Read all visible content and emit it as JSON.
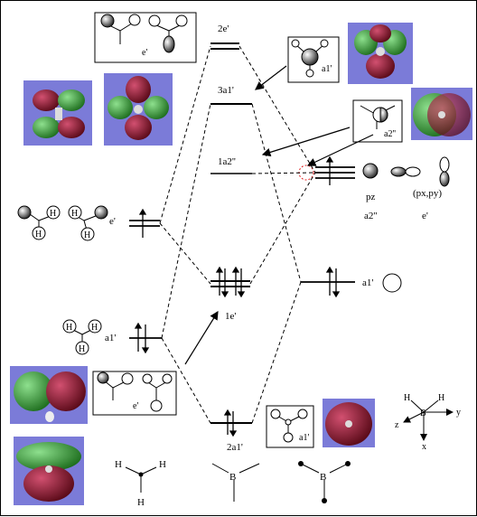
{
  "mo_labels": {
    "two_e_prime": "2e'",
    "three_a1_prime": "3a1'",
    "one_a2_dprime": "1a2''",
    "one_e_prime": "1e'",
    "two_a1_prime": "2a1'"
  },
  "fragment_left": {
    "e_prime": "e'",
    "a1_prime": "a1'",
    "atom_H": "H"
  },
  "fragment_right": {
    "a1_prime": "a1'",
    "pz": "pz",
    "pxpy": "(px,py)",
    "a2_dprime": "a2''",
    "e_prime": "e'"
  },
  "boxes": {
    "top_left_e": "e'",
    "top_right_a1": "a1'",
    "mid_right_a2": "a2''",
    "bottom_left_e": "e'",
    "bottom_right_a1": "a1'"
  },
  "axes": {
    "x": "x",
    "y": "y",
    "z": "z",
    "B": "B",
    "H": "H"
  },
  "bottom_structures": {
    "B": "B",
    "H": "H"
  },
  "colors": {
    "lobe_green": "#2e9a2e",
    "lobe_red": "#8a1428",
    "panel": "#7b7bd8",
    "highlight": "#e02020"
  }
}
